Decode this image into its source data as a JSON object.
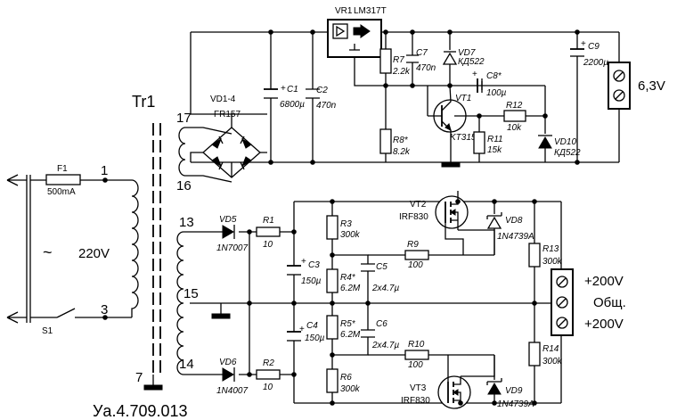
{
  "transformer": {
    "label": "Tr1",
    "pins": [
      "1",
      "3",
      "7",
      "13",
      "14",
      "15",
      "16",
      "17"
    ]
  },
  "mains": {
    "voltage": "220V",
    "fuse_ref": "F1",
    "fuse_value": "500mA",
    "switch_ref": "S1",
    "symbol": "~"
  },
  "rectifier": {
    "ref": "VD1-4",
    "type": "FR157"
  },
  "regulator": {
    "ref": "VR1",
    "type": "LM317T"
  },
  "top": {
    "C1": {
      "ref": "C1",
      "value": "6800µ",
      "plus": "+"
    },
    "C2": {
      "ref": "C2",
      "value": "470n"
    },
    "R7": {
      "ref": "R7",
      "value": "2.2k"
    },
    "R8": {
      "ref": "R8*",
      "value": "8.2k"
    },
    "C7": {
      "ref": "C7",
      "value": "470n"
    },
    "VD7": {
      "ref": "VD7",
      "type": "КД522"
    },
    "C8": {
      "ref": "C8*",
      "value": "100µ",
      "plus": "+"
    },
    "VT1": {
      "ref": "VT1",
      "type": "KT315"
    },
    "R12": {
      "ref": "R12",
      "value": "10k"
    },
    "R11": {
      "ref": "R11",
      "value": "15k"
    },
    "VD10": {
      "ref": "VD10",
      "type": "КД522"
    },
    "C9": {
      "ref": "C9",
      "value": "2200µ",
      "plus": "+"
    },
    "output": "6,3V"
  },
  "bottom": {
    "VD5": {
      "ref": "VD5",
      "type": "1N7007"
    },
    "VD6": {
      "ref": "VD6",
      "type": "1N4007"
    },
    "R1": {
      "ref": "R1",
      "value": "10"
    },
    "R2": {
      "ref": "R2",
      "value": "10"
    },
    "C3": {
      "ref": "C3",
      "value": "150µ",
      "plus": "+"
    },
    "C4": {
      "ref": "C4",
      "value": "150µ",
      "plus": "+"
    },
    "R3": {
      "ref": "R3",
      "value": "300k"
    },
    "R4": {
      "ref": "R4*",
      "value": "6.2M"
    },
    "R5": {
      "ref": "R5*",
      "value": "6.2M"
    },
    "R6": {
      "ref": "R6",
      "value": "300k"
    },
    "C5": {
      "ref": "C5",
      "value": "2x4.7µ"
    },
    "C6": {
      "ref": "C6",
      "value": "2x4.7µ"
    },
    "R9": {
      "ref": "R9",
      "value": "100"
    },
    "R10": {
      "ref": "R10",
      "value": "100"
    },
    "VT2": {
      "ref": "VT2",
      "type": "IRF830"
    },
    "VT3": {
      "ref": "VT3",
      "type": "IRF830"
    },
    "VD8": {
      "ref": "VD8",
      "type": "1N4739A"
    },
    "VD9": {
      "ref": "VD9",
      "type": "1N4739A"
    },
    "R13": {
      "ref": "R13",
      "value": "300k"
    },
    "R14": {
      "ref": "R14",
      "value": "300k"
    },
    "outputs": [
      "+200V",
      "Общ.",
      "+200V"
    ]
  },
  "drawing_number": "Уа.4.709.013"
}
